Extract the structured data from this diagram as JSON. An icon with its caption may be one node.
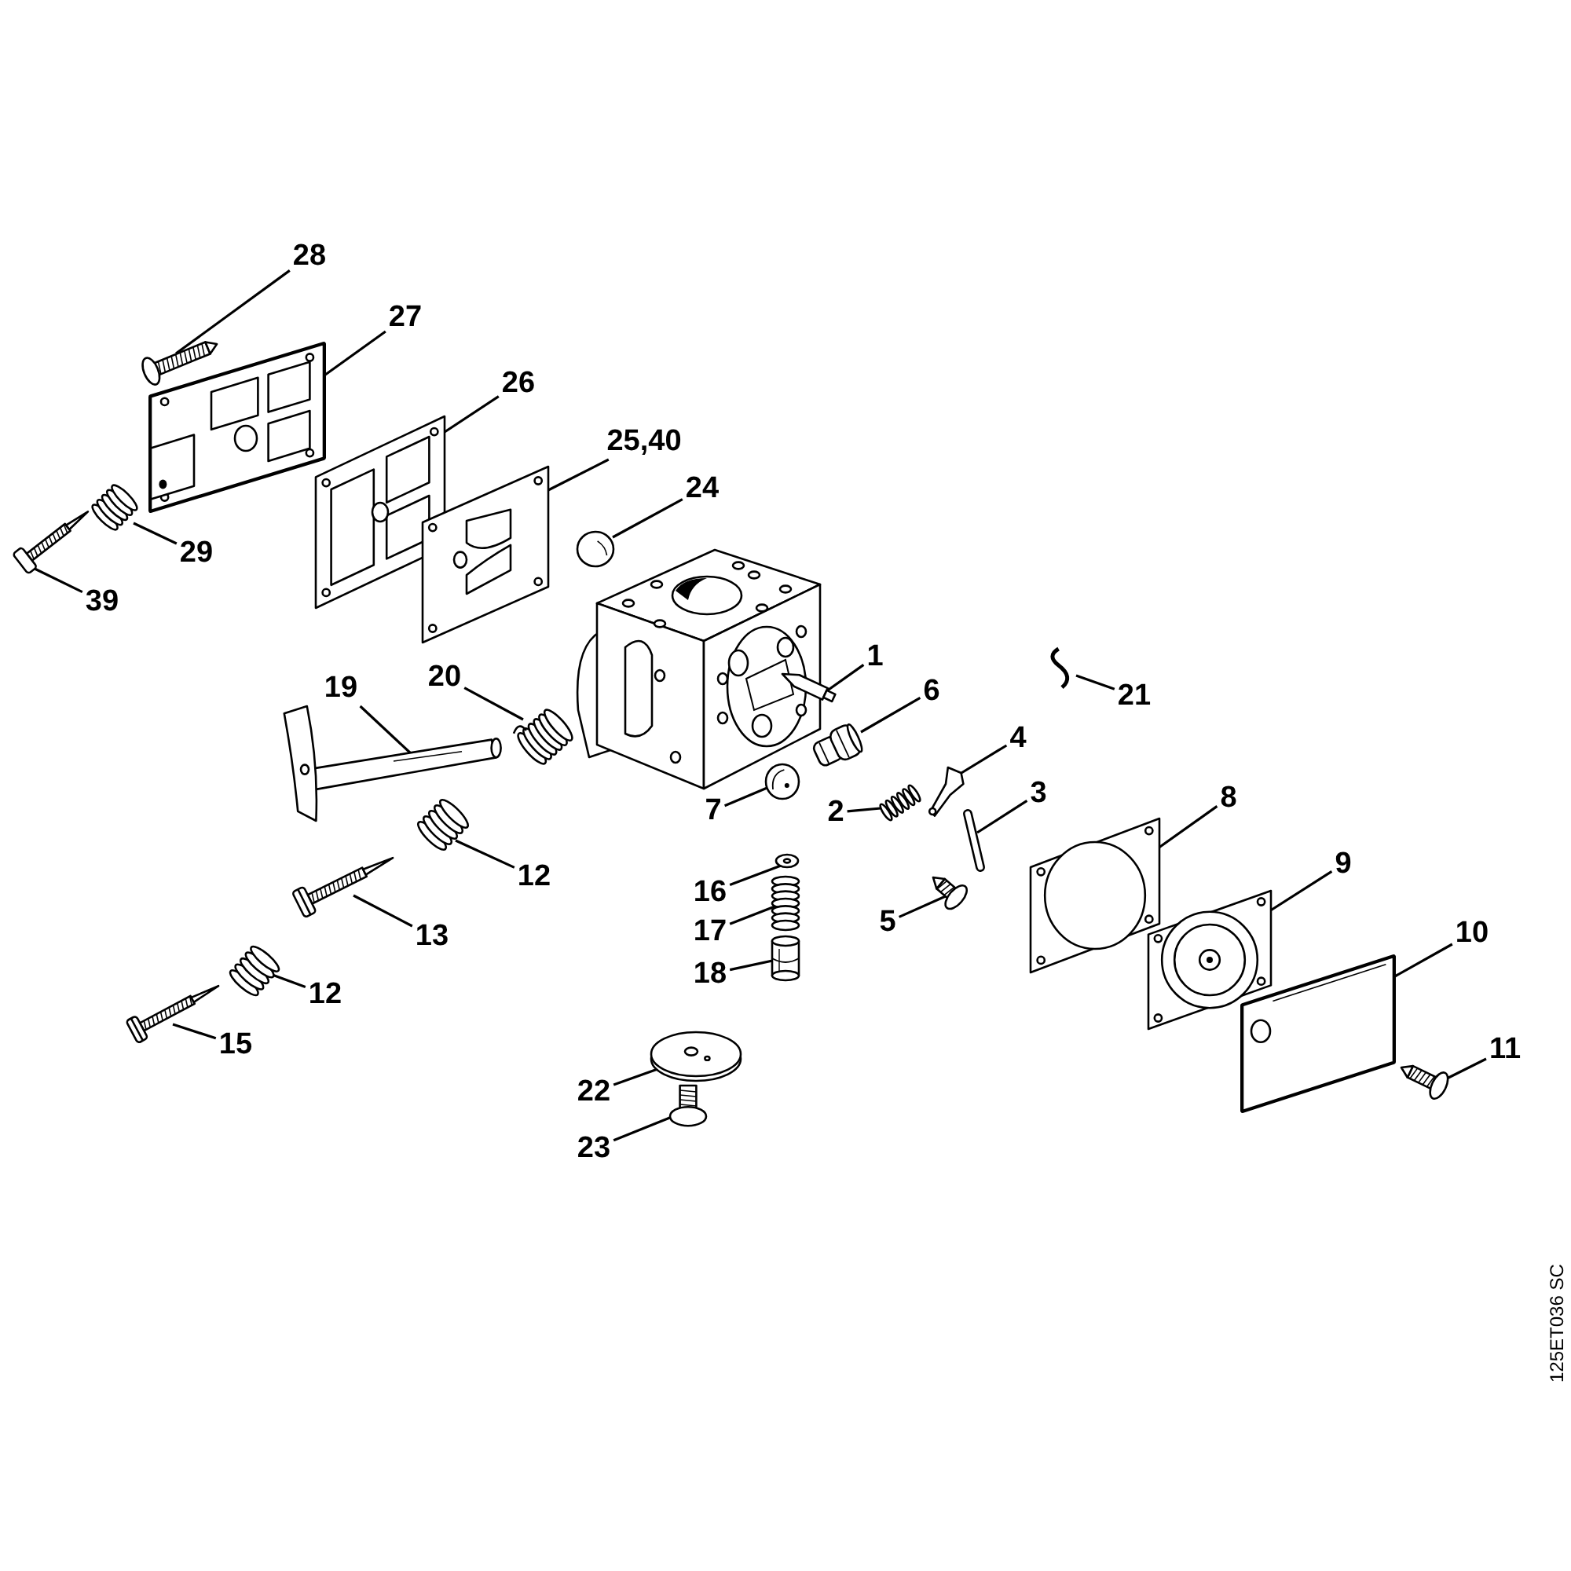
{
  "diagram": {
    "nodes": [
      {
        "text": [
          "28"
        ]
      },
      {
        "text": [
          "27"
        ]
      },
      {
        "text": [
          "26"
        ]
      },
      {
        "text": [
          "25,40"
        ]
      },
      {
        "text": [
          "24"
        ]
      },
      {
        "text": [
          "29"
        ]
      },
      {
        "text": [
          "39"
        ]
      },
      {
        "text": [
          "19"
        ]
      },
      {
        "text": [
          "20"
        ]
      },
      {
        "text": [
          "1"
        ]
      },
      {
        "text": [
          "6"
        ]
      },
      {
        "text": [
          "21"
        ]
      },
      {
        "text": [
          "4"
        ]
      },
      {
        "text": [
          "3"
        ]
      },
      {
        "text": [
          "2"
        ]
      },
      {
        "text": [
          "7"
        ]
      },
      {
        "text": [
          "8"
        ]
      },
      {
        "text": [
          "9"
        ]
      },
      {
        "text": [
          "12"
        ]
      },
      {
        "text": [
          "13"
        ]
      },
      {
        "text": [
          "16"
        ]
      },
      {
        "text": [
          "17"
        ]
      },
      {
        "text": [
          "18"
        ]
      },
      {
        "text": [
          "5"
        ]
      },
      {
        "text": [
          "10"
        ]
      },
      {
        "text": [
          "12"
        ]
      },
      {
        "text": [
          "15"
        ]
      },
      {
        "text": [
          "22"
        ]
      },
      {
        "text": [
          "11"
        ]
      },
      {
        "text": [
          "23"
        ]
      },
      {
        "text": [],
        "shape": "picture"
      },
      {
        "text": [],
        "shape": "picture"
      },
      {
        "text": [],
        "shape": "picture"
      },
      {
        "text": [],
        "shape": "picture"
      },
      {
        "text": [],
        "shape": "picture"
      },
      {
        "text": [],
        "shape": "picture"
      },
      {
        "text": [],
        "shape": "picture"
      },
      {
        "text": [],
        "shape": "picture"
      },
      {
        "text": [],
        "shape": "picture"
      },
      {
        "text": [],
        "shape": "picture"
      },
      {
        "text": [],
        "shape": "picture"
      },
      {
        "text": [],
        "shape": "picture"
      },
      {
        "text": [],
        "shape": "picture"
      },
      {
        "text": [],
        "shape": "picture"
      },
      {
        "text": [],
        "shape": "picture"
      },
      {
        "text": [],
        "shape": "picture"
      },
      {
        "text": [],
        "shape": "picture"
      },
      {
        "text": [],
        "shape": "picture"
      },
      {
        "text": [],
        "shape": "picture"
      },
      {
        "text": [],
        "shape": "picture"
      },
      {
        "text": [],
        "shape": "picture"
      },
      {
        "text": [],
        "shape": "picture"
      },
      {
        "text": [],
        "shape": "picture"
      },
      {
        "text": [],
        "shape": "picture"
      },
      {
        "text": [],
        "shape": "picture"
      },
      {
        "text": [],
        "shape": "picture"
      },
      {
        "text": [],
        "shape": "picture"
      },
      {
        "text": [],
        "shape": "picture"
      },
      {
        "text": [],
        "shape": "picture"
      },
      {
        "text": [],
        "shape": "picture"
      }
    ],
    "edges": [
      {
        "from": 0,
        "to": 30,
        "arrow": "none"
      },
      {
        "from": 1,
        "to": 31,
        "arrow": "none"
      },
      {
        "from": 2,
        "to": 32,
        "arrow": "none"
      },
      {
        "from": 3,
        "to": 33,
        "arrow": "none"
      },
      {
        "from": 4,
        "to": 34,
        "arrow": "none"
      },
      {
        "from": 5,
        "to": 35,
        "arrow": "none"
      },
      {
        "from": 6,
        "to": 36,
        "arrow": "none"
      },
      {
        "from": 7,
        "to": 37,
        "arrow": "none"
      },
      {
        "from": 8,
        "to": 38,
        "arrow": "none"
      },
      {
        "from": 9,
        "to": 39,
        "arrow": "none"
      },
      {
        "from": 10,
        "to": 40,
        "arrow": "none"
      },
      {
        "from": 11,
        "to": 41,
        "arrow": "none"
      },
      {
        "from": 12,
        "to": 42,
        "arrow": "none"
      },
      {
        "from": 13,
        "to": 43,
        "arrow": "none"
      },
      {
        "from": 14,
        "to": 44,
        "arrow": "none"
      },
      {
        "from": 15,
        "to": 45,
        "arrow": "none"
      },
      {
        "from": 16,
        "to": 46,
        "arrow": "none"
      },
      {
        "from": 17,
        "to": 47,
        "arrow": "none"
      },
      {
        "from": 18,
        "to": 48,
        "arrow": "none"
      },
      {
        "from": 19,
        "to": 49,
        "arrow": "none"
      },
      {
        "from": 20,
        "to": 50,
        "arrow": "none"
      },
      {
        "from": 21,
        "to": 51,
        "arrow": "none"
      },
      {
        "from": 22,
        "to": 52,
        "arrow": "none"
      },
      {
        "from": 23,
        "to": 53,
        "arrow": "none"
      },
      {
        "from": 24,
        "to": 54,
        "arrow": "none"
      },
      {
        "from": 25,
        "to": 55,
        "arrow": "none"
      },
      {
        "from": 26,
        "to": 56,
        "arrow": "none"
      },
      {
        "from": 27,
        "to": 57,
        "arrow": "none"
      },
      {
        "from": 28,
        "to": 58,
        "arrow": "none"
      },
      {
        "from": 29,
        "to": 59,
        "arrow": "none"
      }
    ],
    "labels": [
      "125ET036 SC"
    ]
  }
}
